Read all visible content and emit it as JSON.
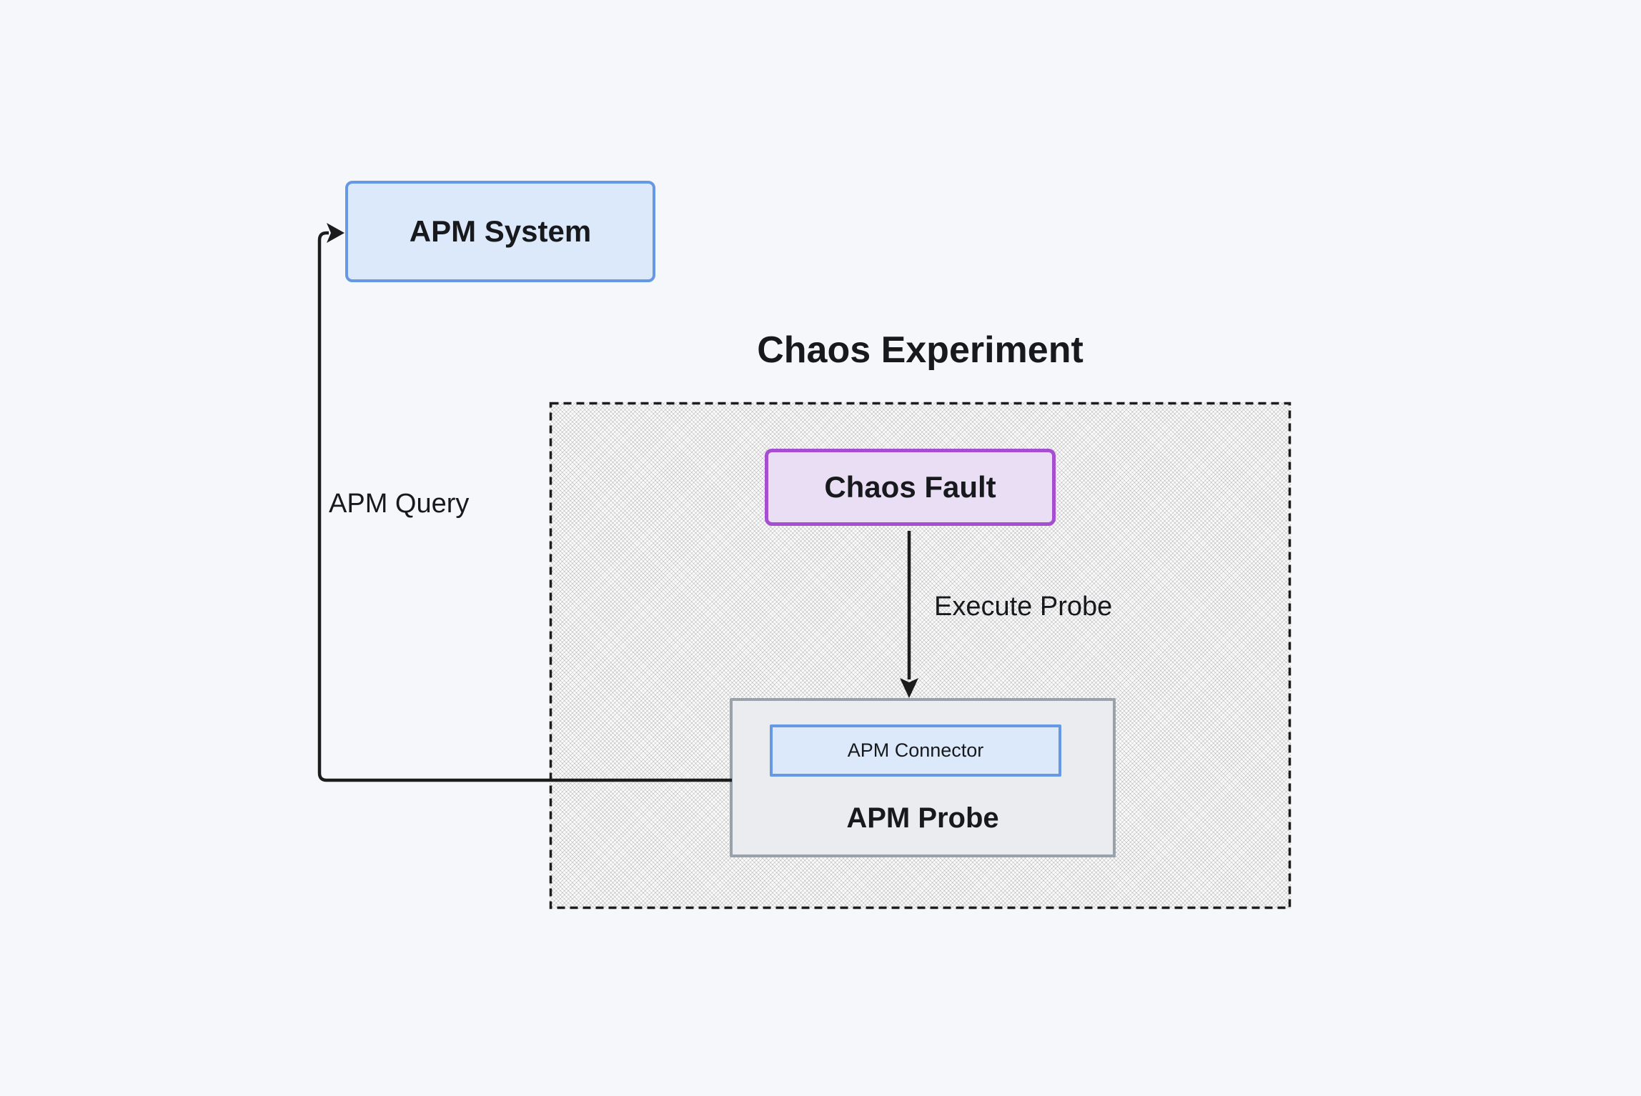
{
  "type": "flowchart-diagram",
  "container": {
    "id": "chaos-experiment",
    "label": "Chaos Experiment",
    "border_style": "dashed",
    "background_style": "diagonal-crosshatch"
  },
  "nodes": [
    {
      "id": "apm-system",
      "label": "APM System",
      "shape": "rounded-rectangle",
      "fill": "#dce9fb",
      "border": "#6699e5"
    },
    {
      "id": "chaos-fault",
      "label": "Chaos Fault",
      "shape": "rounded-rectangle",
      "fill": "#e9def3",
      "border": "#a54ed1",
      "parent": "chaos-experiment"
    },
    {
      "id": "apm-probe",
      "label": "APM Probe",
      "shape": "rectangle",
      "fill": "#eaecef",
      "border": "#99a1ab",
      "parent": "chaos-experiment"
    },
    {
      "id": "apm-connector",
      "label": "APM Connector",
      "shape": "rectangle",
      "fill": "#dce9fb",
      "border": "#6699e5",
      "parent": "apm-probe"
    }
  ],
  "edges": [
    {
      "from": "chaos-fault",
      "to": "apm-probe",
      "label": "Execute Probe",
      "direction": "down"
    },
    {
      "from": "apm-probe",
      "to": "apm-system",
      "label": "APM Query",
      "direction": "left-then-up"
    }
  ],
  "colors": {
    "page_bg": "#f6f7fa",
    "text_color": "#17191d",
    "edge_color": "#1c1c1c",
    "node_blue_fill": "#dce9fb",
    "node_blue_border": "#6699e5",
    "node_purple_fill": "#e9def3",
    "node_purple_border": "#a54ed1",
    "node_gray_fill": "#eaecef",
    "node_gray_border": "#99a1ab",
    "hatch_bg": "#fcfcfc",
    "hatch_line": "#c8c9cb"
  }
}
